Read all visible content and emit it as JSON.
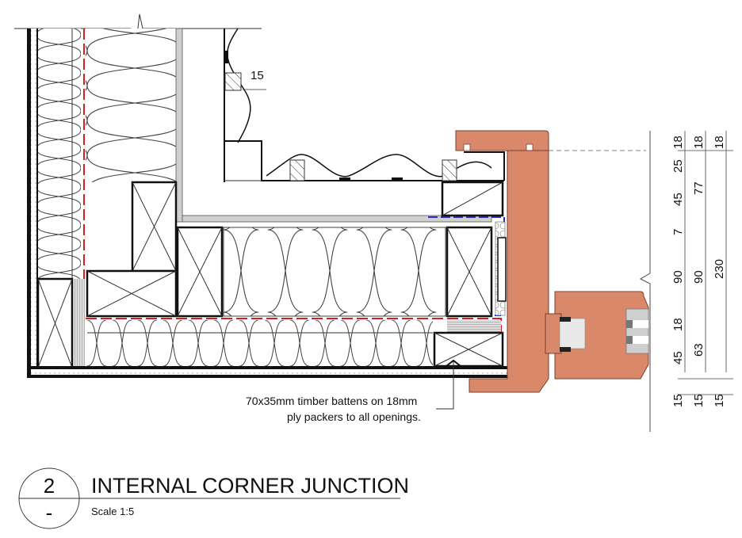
{
  "drawing": {
    "number": "2",
    "sheet_ref": "-",
    "title": "INTERNAL CORNER JUNCTION",
    "scale": "Scale 1:5"
  },
  "annotations": {
    "note_line1": "70x35mm timber battens on 18mm",
    "note_line2": "ply packers to all openings.",
    "top_dim": "15"
  },
  "dimensions": {
    "column1": [
      "18",
      "25",
      "45",
      "7",
      "90",
      "18",
      "45",
      "15"
    ],
    "column2": [
      "18",
      "77",
      "90",
      "63",
      "15"
    ],
    "column3": [
      "18",
      "230",
      "15"
    ]
  },
  "colors": {
    "timber_frame": "#d9886a",
    "membrane_red": "#d22020",
    "membrane_blue": "#2030c8",
    "lining_gray": "#cfcfcf",
    "line": "#111111"
  }
}
